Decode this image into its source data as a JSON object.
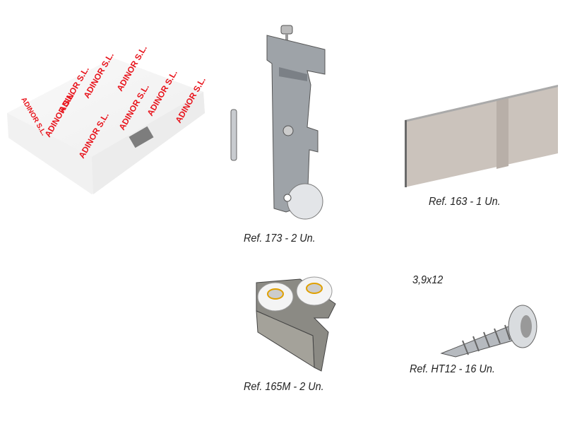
{
  "brand": "ADINOR S.L.",
  "items": [
    {
      "name": "box",
      "label": ""
    },
    {
      "name": "ref-173",
      "label": "Ref. 173 - 2 Un."
    },
    {
      "name": "ref-163",
      "label": "Ref. 163 - 1 Un."
    },
    {
      "name": "ref-165m",
      "label": "Ref. 165M - 2 Un."
    },
    {
      "name": "ref-ht12",
      "label": "Ref. HT12 - 16 Un.",
      "size": "3,9x12"
    }
  ],
  "colors": {
    "brand_red": "#e8141c",
    "metal": "#9a9ea3",
    "plate": "#c9c1ba"
  }
}
